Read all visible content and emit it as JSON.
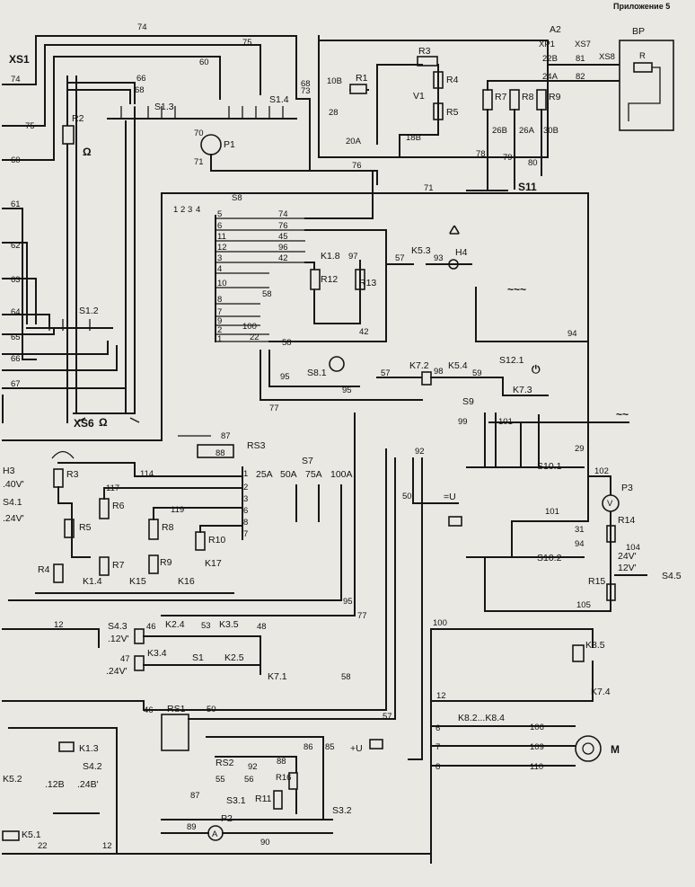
{
  "header": {
    "appendix": "Приложение 5"
  },
  "components": {
    "a2": "A2",
    "bp": "BP",
    "r": "R",
    "xp1": "XP1",
    "xs7": "XS7",
    "xs8": "XS8",
    "xs1": "XS1",
    "xs6": "XS6",
    "r1": "R1",
    "r2": "R2",
    "r3": "R3",
    "r4": "R4",
    "r5": "R5",
    "r6": "R6",
    "r7": "R7",
    "r8": "R8",
    "r9": "R9",
    "r10": "R10",
    "r11": "R11",
    "r12": "R12",
    "r13": "R13",
    "r14": "R14",
    "r15": "R15",
    "r16": "R16",
    "v1": "V1",
    "p1": "P1",
    "p2": "P2",
    "p3": "P3",
    "h3": "H3",
    "h4": "H4",
    "s1_3": "S1.3",
    "s1_4": "S1.4",
    "s1_2": "S1.2",
    "s1": "S1",
    "s8": "S8",
    "s8_1": "S8.1",
    "s11": "S11",
    "s7": "S7",
    "s9": "S9",
    "s10_1": "S10.1",
    "s10_2": "S10.2",
    "s12_1": "S12.1",
    "s4_1": "S4.1",
    "s4_2": "S4.2",
    "s4_3": "S4.3",
    "s4_5": "S4.5",
    "s3_1": "S3.1",
    "s3_2": "S3.2",
    "k1_8": "K1.8",
    "k5_3": "K5.3",
    "k7_2": "K7.2",
    "k5_4": "K5.4",
    "k7_3": "K7.3",
    "k1_4": "K1.4",
    "k15": "K15",
    "k16": "K16",
    "k17": "K17",
    "k2_4": "K2.4",
    "k3_5": "K3.5",
    "k3_4": "K3.4",
    "k2_5": "K2.5",
    "k7_1": "K7.1",
    "k8_5": "K8.5",
    "k7_4": "K7.4",
    "k8_2_4": "K8.2...K8.4",
    "k1_3": "K1.3",
    "k5_2": "K5.2",
    "k5_1": "K5.1",
    "rs1": "RS1",
    "rs2": "RS2",
    "rs3": "RS3",
    "m": "M",
    "omega": "Ω",
    "plus_u": "+U",
    "minus_u": "=U"
  },
  "voltages": {
    "v40": ".40V'",
    "v24a": ".24V'",
    "v12": ".12V'",
    "v24b": ".24V'",
    "v24c": "24V'",
    "v12b": "12V'",
    "v12c": ".12B",
    "v24d": ".24B'"
  },
  "currents": {
    "a25": "25A",
    "a50": "50A",
    "a75": "75A",
    "a100": "100A"
  },
  "s8_positions": [
    "1",
    "2",
    "3",
    "4"
  ],
  "s8_terminals": [
    "5",
    "6",
    "11",
    "12",
    "3",
    "4",
    "10",
    "8",
    "7",
    "9",
    "2",
    "1"
  ],
  "s8_wires": [
    "74",
    "76",
    "45",
    "96",
    "42",
    "58",
    "100",
    "22"
  ],
  "s7_terminals": [
    "1",
    "2",
    "3",
    "6",
    "8",
    "7"
  ],
  "a2_wires": [
    "22B",
    "24A",
    "81",
    "82",
    "26B",
    "26A",
    "30B",
    "10B",
    "28",
    "20A",
    "18B",
    "78",
    "79",
    "80"
  ],
  "wires": {
    "w74": "74",
    "w75": "75",
    "w60": "60",
    "w66": "66",
    "w68": "68",
    "w70": "70",
    "w71": "71",
    "w73": "73",
    "w76": "76",
    "w61": "61",
    "w62": "62",
    "w63": "63",
    "w64": "64",
    "w65": "65",
    "w67": "67",
    "w57": "57",
    "w93": "93",
    "w94": "94",
    "w95": "95",
    "w97": "97",
    "w98": "98",
    "w59": "59",
    "w77": "77",
    "w99": "99",
    "w101": "101",
    "w29": "29",
    "w92": "92",
    "w102": "102",
    "w31": "31",
    "w104": "104",
    "w105": "105",
    "w114": "114",
    "w117": "117",
    "w119": "119",
    "w87": "87",
    "w88": "88",
    "w50": "50",
    "w46": "46",
    "w53": "53",
    "w48": "48",
    "w47": "47",
    "w12": "12",
    "w100": "100",
    "w106": "106",
    "w109": "109",
    "w110": "110",
    "w86": "86",
    "w85": "85",
    "w89": "89",
    "w90": "90",
    "w55": "55",
    "w56": "56",
    "w22": "22",
    "w58": "58"
  }
}
